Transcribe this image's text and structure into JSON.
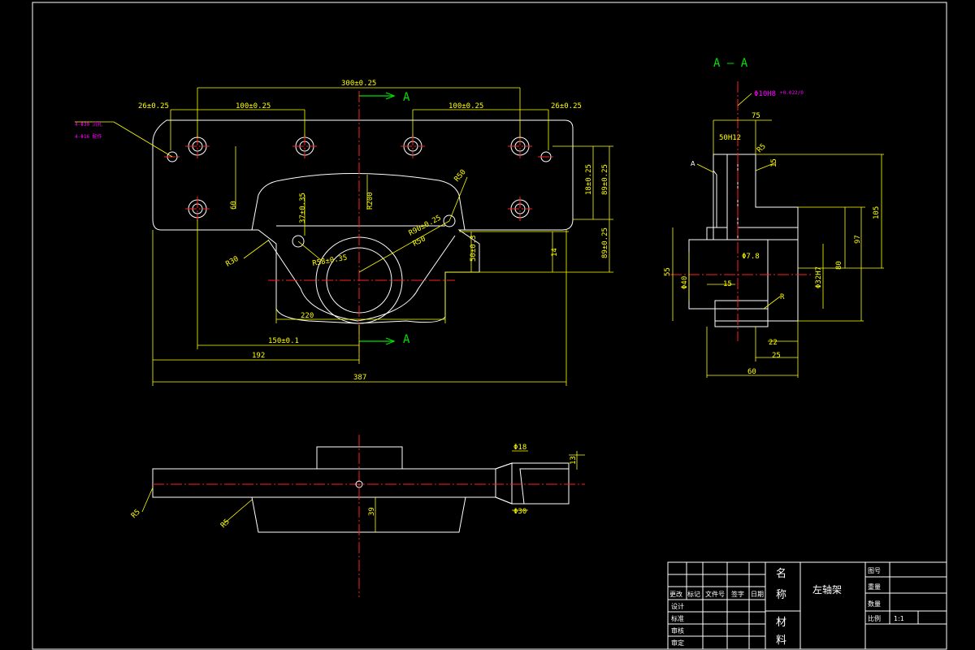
{
  "section_marks": {
    "cut_top": "A",
    "cut_bottom": "A",
    "section_title": "A — A"
  },
  "front_view": {
    "dim_300": "300±0.25",
    "dim_26_left": "26±0.25",
    "dim_100_left": "100±0.25",
    "dim_100_right": "100±0.25",
    "dim_26_right": "26±0.25",
    "dim_R50_top": "R50",
    "dim_R200": "R200",
    "dim_60": "60",
    "dim_37": "37±0.35",
    "dim_R30_left": "R30",
    "dim_R90": "R90±0.25",
    "dim_R50_small": "R50",
    "dim_R58": "R58±0.35",
    "dim_50": "50±0.3",
    "dim_14": "14",
    "dim_18": "18±0.25",
    "dim_89_top": "89±0.25",
    "dim_89_bottom": "89±0.25",
    "dim_220": "220",
    "dim_150": "150±0.1",
    "dim_192": "192",
    "dim_387": "387",
    "note_line1": "4-Φ30 沉孔",
    "note_line2": "4-Φ16 配作"
  },
  "section_view": {
    "dim_phi10": "Φ10H8",
    "dim_phi10_tol": "+0.022/0",
    "dim_75": "75",
    "dim_50": "50H12",
    "dim_R5": "R5",
    "dim_15_top": "15",
    "dim_105": "105",
    "dim_97": "97",
    "dim_55": "55",
    "dim_7": "Φ7.8",
    "dim_40": "Φ40",
    "dim_15": "15",
    "dim_80": "80",
    "dim_phi32": "Φ32H7",
    "dim_R": "R",
    "dim_22": "22",
    "dim_25": "25",
    "dim_60": "60",
    "label_A": "A"
  },
  "bottom_view": {
    "dim_phi18": "Φ18",
    "dim_13": "13",
    "dim_phi30": "Φ30",
    "dim_39": "39",
    "dim_R5_left": "R5",
    "dim_R5_mid": "R5"
  },
  "title_block": {
    "col_change": "更改",
    "col_zone": "标记",
    "col_doc": "文件号",
    "col_sign": "签字",
    "col_date": "日期",
    "row_design": "设计",
    "row_standard": "标准",
    "row_check": "审核",
    "row_approve": "审定",
    "name_label_1": "名",
    "name_label_2": "称",
    "material_label_1": "材",
    "material_label_2": "料",
    "part_name": "左轴架",
    "drawing_no_label": "图号",
    "weight_label": "重量",
    "quantity_label": "数量",
    "scale_label": "比例",
    "scale_value": "1:1"
  }
}
